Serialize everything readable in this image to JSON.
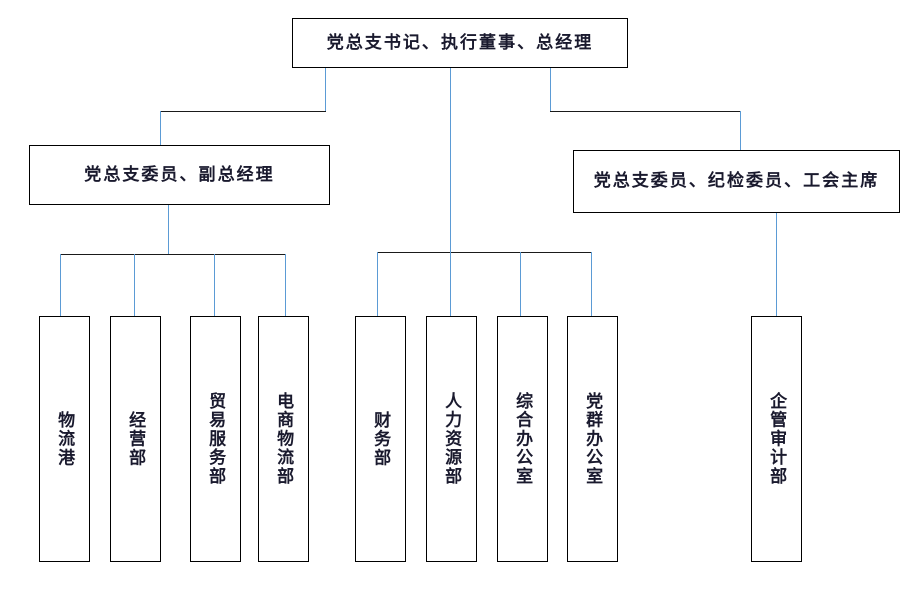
{
  "diagram": {
    "title_text": "党总支书记、执行董事、总经理",
    "type": "organizational-chart",
    "levels": {
      "top": {
        "label": "党总支书记、执行董事、总经理"
      },
      "middle": [
        {
          "label": "党总支委员、副总经理"
        },
        {
          "label": "党总支委员、纪检委员、工会主席"
        }
      ],
      "departments_left": [
        {
          "label": "物流港"
        },
        {
          "label": "经营部"
        },
        {
          "label": "贸易服务部"
        },
        {
          "label": "电商物流部"
        }
      ],
      "departments_center": [
        {
          "label": "财务部"
        },
        {
          "label": "人力资源部"
        },
        {
          "label": "综合办公室"
        },
        {
          "label": "党群办公室"
        }
      ],
      "departments_right": [
        {
          "label": "企管审计部"
        }
      ]
    },
    "colors": {
      "connector": "#5b9bd5",
      "connector_dark": "#1a1a1a",
      "box_border": "#000000",
      "box_fill": "#ffffff",
      "text": "#1a1a2e"
    }
  }
}
